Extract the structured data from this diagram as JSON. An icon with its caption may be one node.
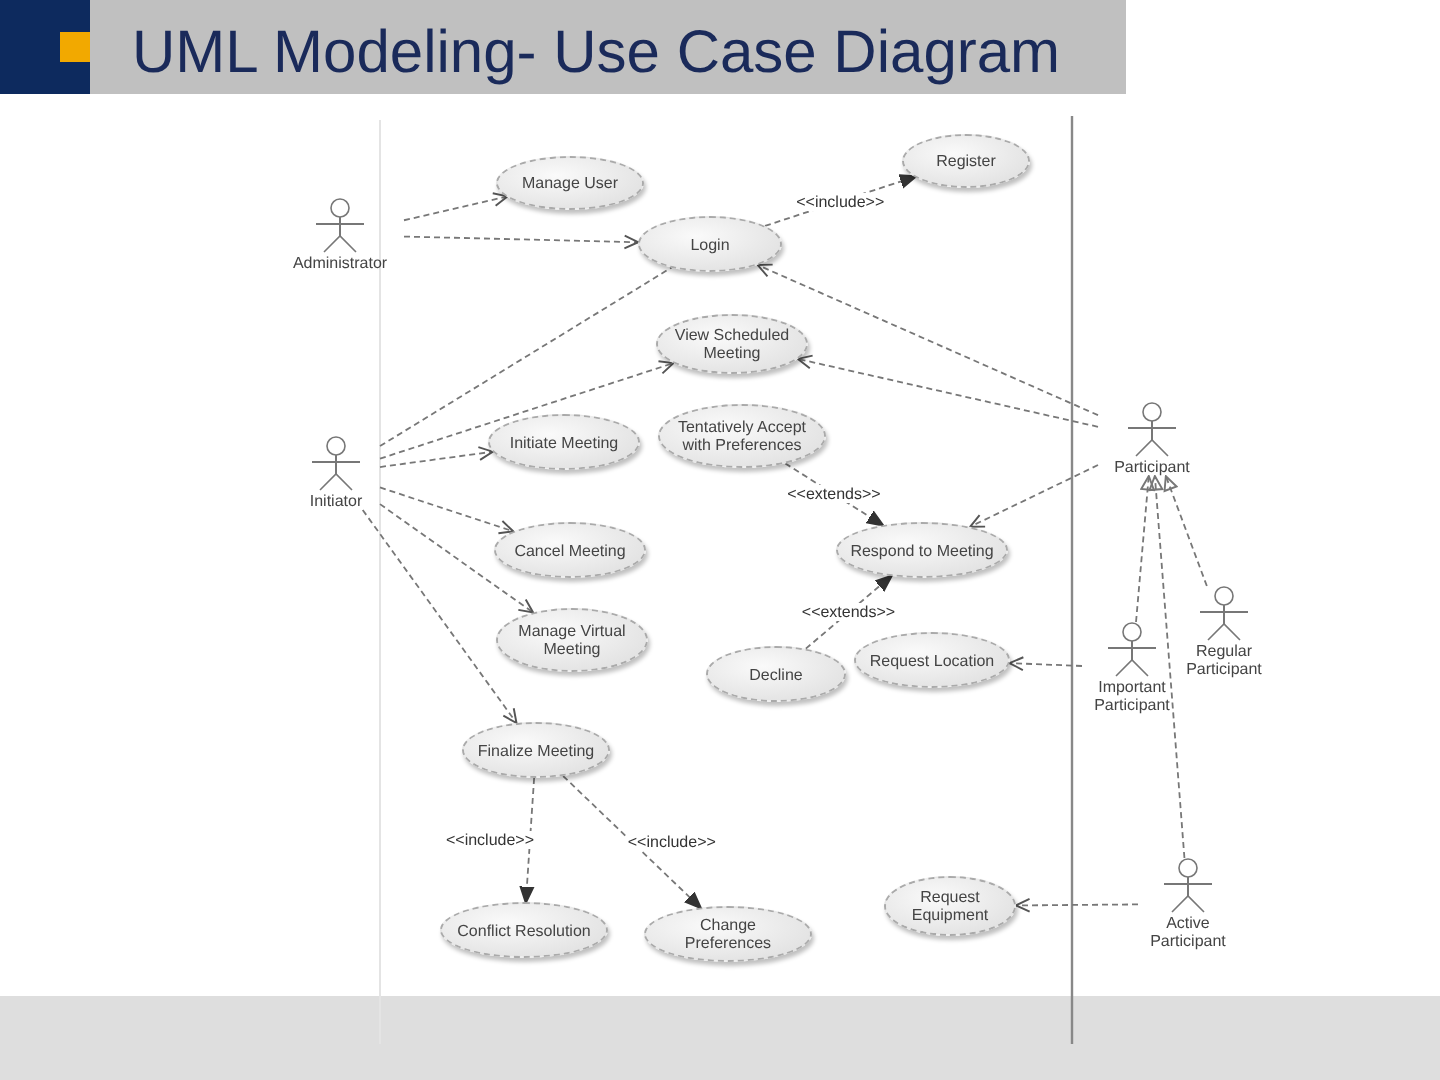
{
  "diagram": {
    "title": "UML Modeling- Use Case Diagram",
    "nodes": [
      {
        "text": [
          "Administrator"
        ]
      },
      {
        "text": [
          "Manage User"
        ]
      },
      {
        "text": [
          "Register"
        ]
      },
      {
        "text": [
          "Login"
        ]
      },
      {
        "text": [
          "View Scheduled Meeting"
        ]
      },
      {
        "text": [
          "Initiator"
        ]
      },
      {
        "text": [
          "Initiate Meeting"
        ]
      },
      {
        "text": [
          "Tentatively Accept with Preferences"
        ]
      },
      {
        "text": [
          "Participant"
        ]
      },
      {
        "text": [
          "Cancel Meeting"
        ]
      },
      {
        "text": [
          "Respond to Meeting"
        ]
      },
      {
        "text": [
          "Manage Virtual Meeting"
        ]
      },
      {
        "text": [
          "Decline"
        ]
      },
      {
        "text": [
          "Request Location"
        ]
      },
      {
        "text": [
          "Regular Participant"
        ]
      },
      {
        "text": [
          "Important Participant"
        ]
      },
      {
        "text": [
          "Finalize Meeting"
        ]
      },
      {
        "text": [
          "Request Equipment"
        ]
      },
      {
        "text": [
          "Active Participant"
        ]
      },
      {
        "text": [
          "Conflict Resolution"
        ]
      },
      {
        "text": [
          "Change Preferences"
        ]
      }
    ],
    "edges": [
      {
        "from": 0,
        "to": 1,
        "arrow": "to"
      },
      {
        "from": 0,
        "to": 3,
        "arrow": "to"
      },
      {
        "from": 3,
        "to": 2,
        "arrow": "to",
        "label": "<<include>>"
      },
      {
        "from": 5,
        "to": 3,
        "arrow": "none"
      },
      {
        "from": 5,
        "to": 4,
        "arrow": "to"
      },
      {
        "from": 5,
        "to": 6,
        "arrow": "to"
      },
      {
        "from": 5,
        "to": 9,
        "arrow": "to"
      },
      {
        "from": 5,
        "to": 11,
        "arrow": "to"
      },
      {
        "from": 5,
        "to": 16,
        "arrow": "to"
      },
      {
        "from": 8,
        "to": 3,
        "arrow": "to"
      },
      {
        "from": 8,
        "to": 4,
        "arrow": "to"
      },
      {
        "from": 8,
        "to": 10,
        "arrow": "to"
      },
      {
        "from": 7,
        "to": 10,
        "arrow": "to",
        "label": "<<extends>>"
      },
      {
        "from": 12,
        "to": 10,
        "arrow": "to",
        "label": "<<extends>>"
      },
      {
        "from": 15,
        "to": 13,
        "arrow": "to"
      },
      {
        "from": 18,
        "to": 17,
        "arrow": "to"
      },
      {
        "from": 15,
        "to": 8,
        "arrow": "to"
      },
      {
        "from": 14,
        "to": 8,
        "arrow": "to"
      },
      {
        "from": 18,
        "to": 8,
        "arrow": "to"
      },
      {
        "from": 16,
        "to": 19,
        "arrow": "to",
        "label": "<<include>>"
      },
      {
        "from": 16,
        "to": 20,
        "arrow": "to",
        "label": "<<include>>"
      }
    ]
  }
}
